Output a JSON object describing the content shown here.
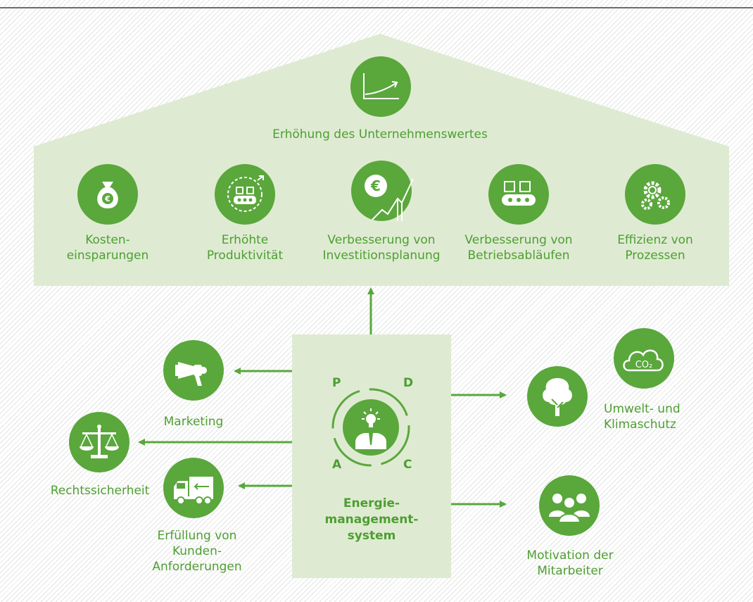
{
  "house": {
    "title": "Erhöhung des Unternehmenswertes",
    "benefits": [
      {
        "label": "Kosten-\neinsparungen",
        "icon": "money-bag-icon"
      },
      {
        "label": "Erhöhte\nProduktivität",
        "icon": "conveyor-cycle-icon"
      },
      {
        "label": "Verbesserung von\nInvestitionsplanung",
        "icon": "euro-growth-icon"
      },
      {
        "label": "Verbesserung von\nBetriebsabläufen",
        "icon": "conveyor-belt-icon"
      },
      {
        "label": "Effizienz von\nProzessen",
        "icon": "gears-icon"
      }
    ]
  },
  "center": {
    "label": "Energie-\nmanagement-\nsystem",
    "cycle": {
      "p": "P",
      "d": "D",
      "c": "C",
      "a": "A"
    },
    "icon": "manager-idea-icon"
  },
  "left_items": [
    {
      "label": "Marketing",
      "icon": "megaphone-icon"
    },
    {
      "label": "Rechtssicherheit",
      "icon": "scales-icon"
    },
    {
      "label": "Erfüllung von\nKunden-\nAnforderungen",
      "icon": "delivery-truck-icon"
    }
  ],
  "right_items": [
    {
      "label": "Umwelt- und\nKlimaschutz",
      "icon": "tree-icon",
      "co2": "CO₂"
    },
    {
      "label": "Motivation der\nMitarbeiter",
      "icon": "team-icon"
    }
  ],
  "colors": {
    "green": "#5aa73c",
    "label_green": "#4e9e32",
    "house_fill": "#deebd2",
    "rule": "#6d6d6d"
  }
}
